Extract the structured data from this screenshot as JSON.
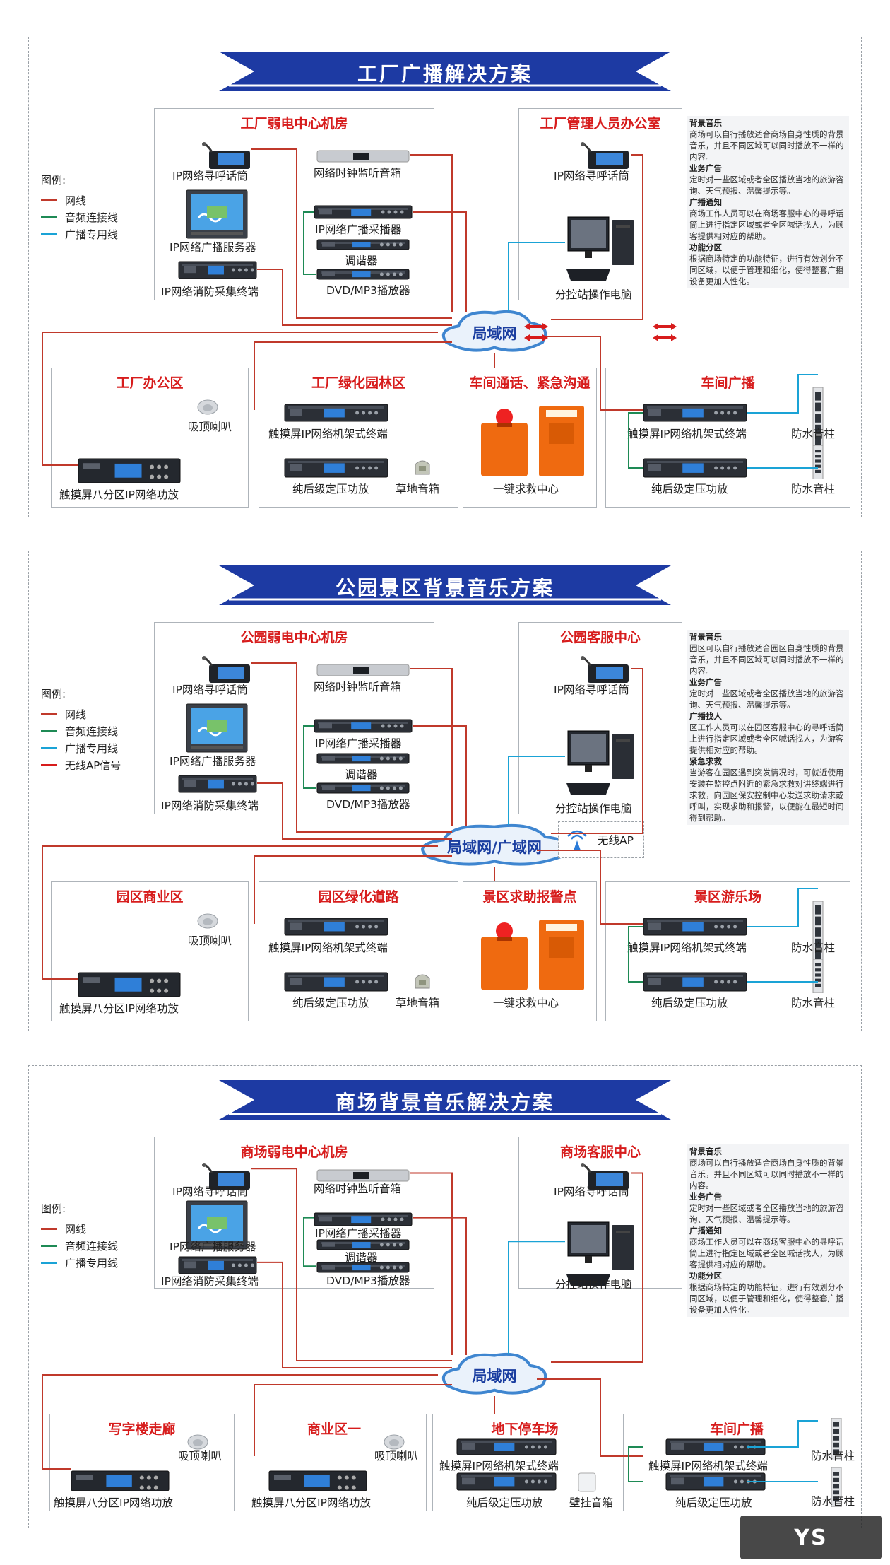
{
  "colors": {
    "network": "#c0392b",
    "audio": "#1e8a55",
    "broadcast": "#1aa3d6",
    "banner": "#1d3aa3",
    "title_red": "#d71c1c"
  },
  "sections": [
    {
      "banner": "工厂广播解决方案",
      "legend_title": "图例:",
      "legend": [
        {
          "label": "网线",
          "color": "#c0392b"
        },
        {
          "label": "音频连接线",
          "color": "#1e8a55"
        },
        {
          "label": "广播专用线",
          "color": "#1aa3d6"
        }
      ],
      "cloud": "局域网",
      "boxes": {
        "control": "工厂弱电中心机房",
        "office": "工厂管理人员办公室",
        "z1": "工厂办公区",
        "z2": "工厂绿化园林区",
        "z3": "车间通话、紧急沟通",
        "z4": "车间广播"
      },
      "labels": {
        "paging": "IP网络寻呼话筒",
        "server": "IP网络广播服务器",
        "fire": "IP网络消防采集终端",
        "clock": "网络时钟监听音箱",
        "collector": "IP网络广播采播器",
        "tuner": "调谐器",
        "dvd": "DVD/MP3播放器",
        "office_paging": "IP网络寻呼话筒",
        "pc": "分控站操作电脑",
        "z1_speaker": "吸顶喇叭",
        "z1_amp": "触摸屏八分区IP网络功放",
        "z2_term": "触摸屏IP网络机架式终端",
        "z2_amp": "纯后级定压功放",
        "z2_speaker": "草地音箱",
        "z3_sos": "一键求救中心",
        "z4_term": "触摸屏IP网络机架式终端",
        "z4_amp": "纯后级定压功放",
        "z4_col1": "防水音柱",
        "z4_col2": "防水音柱"
      },
      "desc": [
        {
          "head": "背景音乐",
          "body": "商场可以自行播放适合商场自身性质的背景音乐，并且不同区域可以同时播放不一样的内容。"
        },
        {
          "head": "业务广告",
          "body": "定时对一些区域或者全区播放当地的旅游咨询、天气预报、温馨提示等。"
        },
        {
          "head": "广播通知",
          "body": "商场工作人员可以在商场客服中心的寻呼话筒上进行指定区域或者全区喊话找人，为顾客提供相对应的帮助。"
        },
        {
          "head": "功能分区",
          "body": "根据商场特定的功能特征，进行有效划分不同区域，以便于管理和细化，使得整套广播设备更加人性化。"
        }
      ]
    },
    {
      "banner": "公园景区背景音乐方案",
      "legend_title": "图例:",
      "legend": [
        {
          "label": "网线",
          "color": "#c0392b"
        },
        {
          "label": "音频连接线",
          "color": "#1e8a55"
        },
        {
          "label": "广播专用线",
          "color": "#1aa3d6"
        },
        {
          "label": "无线AP信号",
          "color": "#d71c1c"
        }
      ],
      "cloud": "局域网/广域网",
      "ap_label": "无线AP",
      "boxes": {
        "control": "公园弱电中心机房",
        "office": "公园客服中心",
        "z1": "园区商业区",
        "z2": "园区绿化道路",
        "z3": "景区求助报警点",
        "z4": "景区游乐场"
      },
      "labels": {
        "paging": "IP网络寻呼话筒",
        "server": "IP网络广播服务器",
        "fire": "IP网络消防采集终端",
        "clock": "网络时钟监听音箱",
        "collector": "IP网络广播采播器",
        "tuner": "调谐器",
        "dvd": "DVD/MP3播放器",
        "office_paging": "IP网络寻呼话筒",
        "pc": "分控站操作电脑",
        "z1_speaker": "吸顶喇叭",
        "z1_amp": "触摸屏八分区IP网络功放",
        "z2_term": "触摸屏IP网络机架式终端",
        "z2_amp": "纯后级定压功放",
        "z2_speaker": "草地音箱",
        "z3_sos": "一键求救中心",
        "z4_term": "触摸屏IP网络机架式终端",
        "z4_amp": "纯后级定压功放",
        "z4_col1": "防水音柱",
        "z4_col2": "防水音柱"
      },
      "desc": [
        {
          "head": "背景音乐",
          "body": "园区可以自行播放适合园区自身性质的背景音乐，并且不同区域可以同时播放不一样的内容。"
        },
        {
          "head": "业务广告",
          "body": "定时对一些区域或者全区播放当地的旅游咨询、天气预报、温馨提示等。"
        },
        {
          "head": "广播找人",
          "body": "区工作人员可以在园区客服中心的寻呼话筒上进行指定区域或者全区喊话找人，为游客提供相对应的帮助。"
        },
        {
          "head": "紧急求救",
          "body": "当游客在园区遇到突发情况时，可就近使用安装在监控点附近的紧急求救对讲终端进行求救，向园区保安控制中心发送求助请求或呼叫，实现求助和报警，以便能在最短时间得到帮助。"
        }
      ]
    },
    {
      "banner": "商场背景音乐解决方案",
      "legend_title": "图例:",
      "legend": [
        {
          "label": "网线",
          "color": "#c0392b"
        },
        {
          "label": "音频连接线",
          "color": "#1e8a55"
        },
        {
          "label": "广播专用线",
          "color": "#1aa3d6"
        }
      ],
      "cloud": "局域网",
      "boxes": {
        "control": "商场弱电中心机房",
        "office": "商场客服中心",
        "z1": "写字楼走廊",
        "z2": "商业区一",
        "z3": "地下停车场",
        "z4": "车间广播"
      },
      "labels": {
        "paging": "IP网络寻呼话筒",
        "server": "IP网络广播服务器",
        "fire": "IP网络消防采集终端",
        "clock": "网络时钟监听音箱",
        "collector": "IP网络广播采播器",
        "tuner": "调谐器",
        "dvd": "DVD/MP3播放器",
        "office_paging": "IP网络寻呼话筒",
        "pc": "分控站操作电脑",
        "z1_speaker": "吸顶喇叭",
        "z1_amp": "触摸屏八分区IP网络功放",
        "z2_speaker": "吸顶喇叭",
        "z2_amp": "触摸屏八分区IP网络功放",
        "z3_term": "触摸屏IP网络机架式终端",
        "z3_amp": "纯后级定压功放",
        "z3_speaker": "壁挂音箱",
        "z4_term": "触摸屏IP网络机架式终端",
        "z4_amp": "纯后级定压功放",
        "z4_col1": "防水音柱",
        "z4_col2": "防水音柱"
      },
      "desc": [
        {
          "head": "背景音乐",
          "body": "商场可以自行播放适合商场自身性质的背景音乐，并且不同区域可以同时播放不一样的内容。"
        },
        {
          "head": "业务广告",
          "body": "定时对一些区域或者全区播放当地的旅游咨询、天气预报、温馨提示等。"
        },
        {
          "head": "广播通知",
          "body": "商场工作人员可以在商场客服中心的寻呼话筒上进行指定区域或者全区喊话找人，为顾客提供相对应的帮助。"
        },
        {
          "head": "功能分区",
          "body": "根据商场特定的功能特征，进行有效划分不同区域，以便于管理和细化，使得整套广播设备更加人性化。"
        }
      ]
    }
  ],
  "watermark": "YS"
}
